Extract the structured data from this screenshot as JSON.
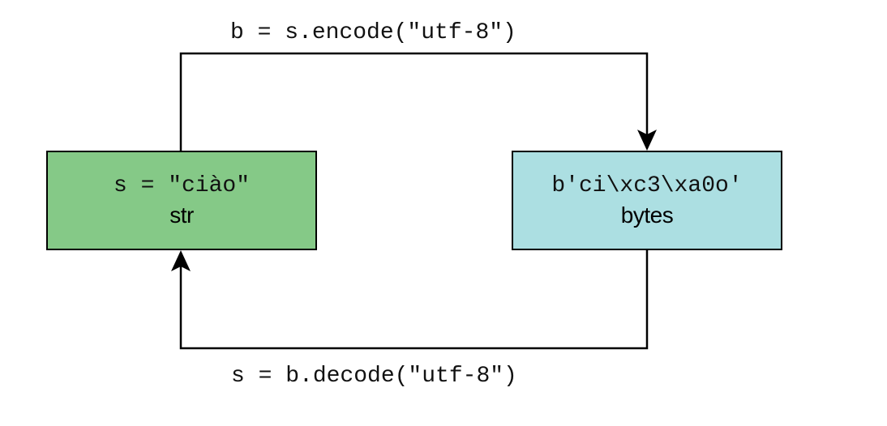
{
  "colors": {
    "str_fill": "#85c987",
    "bytes_fill": "#acdfe2",
    "stroke": "#000000"
  },
  "nodes": {
    "str": {
      "code": "s = \"ciào\"",
      "type_label": "str"
    },
    "bytes": {
      "code": "b'ci\\xc3\\xa0o'",
      "type_label": "bytes"
    }
  },
  "edges": {
    "encode": {
      "label": "b = s.encode(\"utf-8\")",
      "from": "str",
      "to": "bytes"
    },
    "decode": {
      "label": "s = b.decode(\"utf-8\")",
      "from": "bytes",
      "to": "str"
    }
  }
}
